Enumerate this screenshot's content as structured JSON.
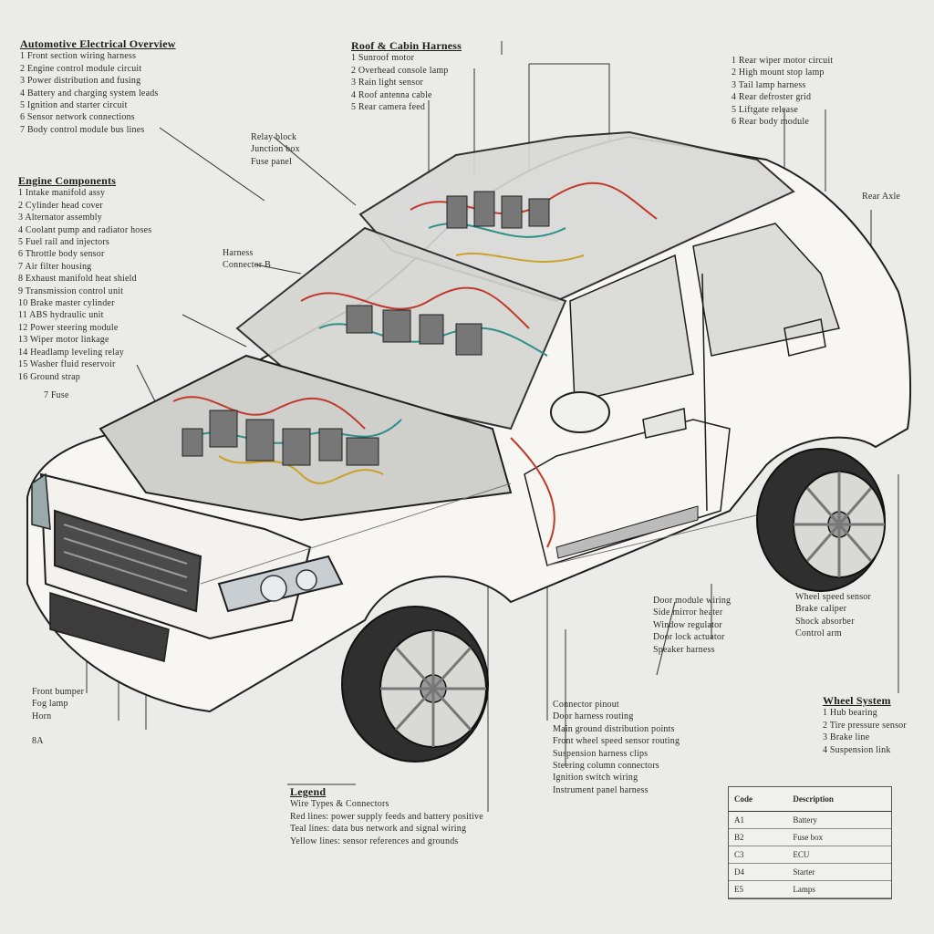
{
  "colors": {
    "paper": "#ebebea",
    "ink": "#2a2a2a",
    "body": "#f7f6f2",
    "wire_red": "#c0392b",
    "wire_teal": "#2f8f8a",
    "wire_yellow": "#c9a227"
  },
  "top_left": {
    "title": "Automotive Electrical Overview",
    "lines": [
      "1 Front section wiring harness",
      "2 Engine control module circuit",
      "3 Power distribution and fusing",
      "4 Battery and charging system leads",
      "5 Ignition and starter circuit",
      "6 Sensor network connections",
      "7 Body control module bus lines"
    ]
  },
  "left_mid": {
    "title": "Engine Components",
    "lines": [
      "1 Intake manifold assy",
      "2 Cylinder head cover",
      "3 Alternator assembly",
      "4 Coolant pump and radiator hoses",
      "5 Fuel rail and injectors",
      "6 Throttle body sensor",
      "7 Air filter housing",
      "8 Exhaust manifold heat shield",
      "9 Transmission control unit",
      "10 Brake master cylinder",
      "11 ABS hydraulic unit",
      "12 Power steering module",
      "13 Wiper motor linkage",
      "14 Headlamp leveling relay",
      "15 Washer fluid reservoir",
      "16 Ground strap"
    ]
  },
  "left_small": {
    "text": "7 Fuse"
  },
  "top_center": {
    "title": "Roof & Cabin Harness",
    "lines": [
      "1 Sunroof motor",
      "2 Overhead console lamp",
      "3 Rain light sensor",
      "4 Roof antenna cable",
      "5 Rear camera feed"
    ]
  },
  "callout_a": {
    "lines": [
      "Relay block",
      "Junction box",
      "Fuse panel"
    ]
  },
  "callout_b": {
    "lines": [
      "Harness",
      "Connector B"
    ]
  },
  "top_right": {
    "lines": [
      "1 Rear wiper motor circuit",
      "2 High mount stop lamp",
      "3 Tail lamp harness",
      "4 Rear defroster grid",
      "5 Liftgate release",
      "6 Rear body module"
    ]
  },
  "right_tag": {
    "text": "Rear Axle"
  },
  "center_callouts": {
    "lines": [
      "Door module wiring",
      "Side mirror heater",
      "Window regulator",
      "Door lock actuator",
      "Speaker harness"
    ]
  },
  "right_callouts": {
    "lines": [
      "Wheel speed sensor",
      "Brake caliper",
      "Shock absorber",
      "Control arm"
    ]
  },
  "bottom_left": {
    "lines": [
      "Front bumper",
      "Fog lamp",
      "Horn"
    ],
    "page_mark": "8A"
  },
  "bottom_center": {
    "title": "Legend",
    "subtitle": "Wire Types & Connectors",
    "lines": [
      "Red lines: power supply feeds and battery positive",
      "Teal lines: data bus network and signal wiring",
      "Yellow lines: sensor references and grounds"
    ]
  },
  "center_right_notes": {
    "lines": [
      "Connector pinout",
      "Door harness routing",
      "Main ground distribution points",
      "Front wheel speed sensor routing",
      "Suspension harness clips",
      "Steering column connectors",
      "Ignition switch wiring",
      "Instrument panel harness"
    ]
  },
  "right_notes": {
    "title": "Wheel System",
    "lines": [
      "1 Hub bearing",
      "2 Tire pressure sensor",
      "3 Brake line",
      "4 Suspension link"
    ]
  },
  "table": {
    "headers": [
      "Code",
      "Description"
    ],
    "rows": [
      [
        "A1",
        "Battery"
      ],
      [
        "B2",
        "Fuse box"
      ],
      [
        "C3",
        "ECU"
      ],
      [
        "D4",
        "Starter"
      ],
      [
        "E5",
        "Lamps"
      ]
    ]
  }
}
